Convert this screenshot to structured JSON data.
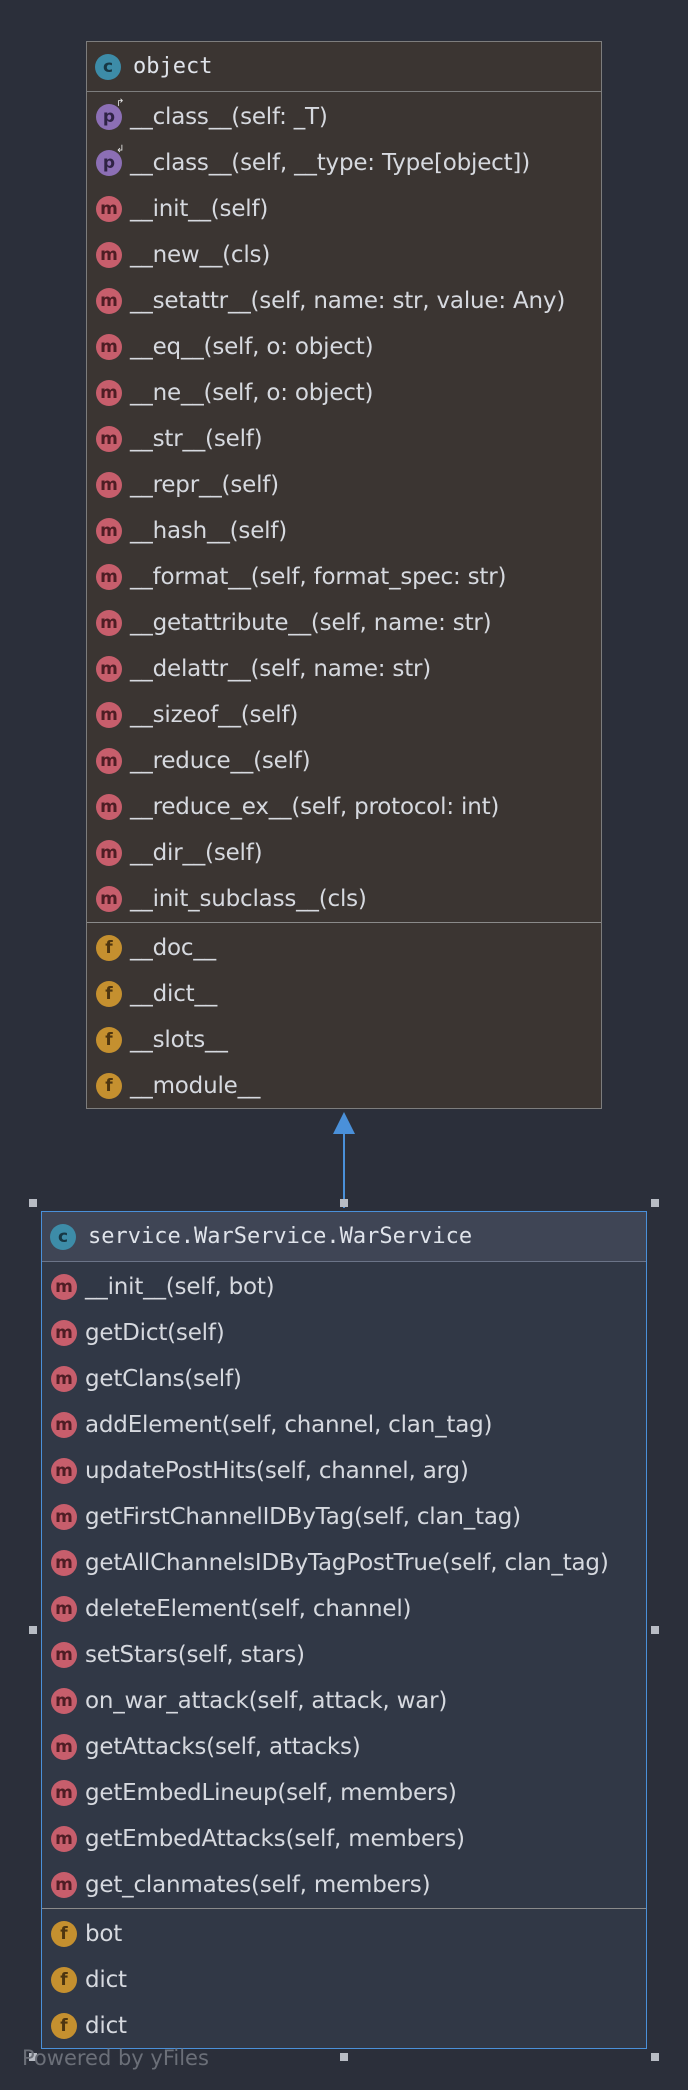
{
  "object_class": {
    "name": "object",
    "icon": "c",
    "methods": [
      {
        "icon": "p",
        "label": "__class__(self: _T)",
        "accessor": "get"
      },
      {
        "icon": "p",
        "label": "__class__(self, __type: Type[object])",
        "accessor": "set"
      },
      {
        "icon": "m",
        "label": "__init__(self)"
      },
      {
        "icon": "m",
        "label": "__new__(cls)"
      },
      {
        "icon": "m",
        "label": "__setattr__(self, name: str, value: Any)"
      },
      {
        "icon": "m",
        "label": "__eq__(self, o: object)"
      },
      {
        "icon": "m",
        "label": "__ne__(self, o: object)"
      },
      {
        "icon": "m",
        "label": "__str__(self)"
      },
      {
        "icon": "m",
        "label": "__repr__(self)"
      },
      {
        "icon": "m",
        "label": "__hash__(self)"
      },
      {
        "icon": "m",
        "label": "__format__(self, format_spec: str)"
      },
      {
        "icon": "m",
        "label": "__getattribute__(self, name: str)"
      },
      {
        "icon": "m",
        "label": "__delattr__(self, name: str)"
      },
      {
        "icon": "m",
        "label": "__sizeof__(self)"
      },
      {
        "icon": "m",
        "label": "__reduce__(self)"
      },
      {
        "icon": "m",
        "label": "__reduce_ex__(self, protocol: int)"
      },
      {
        "icon": "m",
        "label": "__dir__(self)"
      },
      {
        "icon": "m",
        "label": "__init_subclass__(cls)"
      }
    ],
    "fields": [
      {
        "icon": "f",
        "label": "__doc__"
      },
      {
        "icon": "f",
        "label": "__dict__"
      },
      {
        "icon": "f",
        "label": "__slots__"
      },
      {
        "icon": "f",
        "label": "__module__"
      }
    ]
  },
  "service_class": {
    "name": "service.WarService.WarService",
    "icon": "c",
    "methods": [
      {
        "icon": "m",
        "label": "__init__(self, bot)"
      },
      {
        "icon": "m",
        "label": "getDict(self)"
      },
      {
        "icon": "m",
        "label": "getClans(self)"
      },
      {
        "icon": "m",
        "label": "addElement(self, channel, clan_tag)"
      },
      {
        "icon": "m",
        "label": "updatePostHits(self, channel, arg)"
      },
      {
        "icon": "m",
        "label": "getFirstChannelIDByTag(self, clan_tag)"
      },
      {
        "icon": "m",
        "label": "getAllChannelsIDByTagPostTrue(self, clan_tag)"
      },
      {
        "icon": "m",
        "label": "deleteElement(self, channel)"
      },
      {
        "icon": "m",
        "label": "setStars(self, stars)"
      },
      {
        "icon": "m",
        "label": "on_war_attack(self, attack, war)"
      },
      {
        "icon": "m",
        "label": "getAttacks(self, attacks)"
      },
      {
        "icon": "m",
        "label": "getEmbedLineup(self, members)"
      },
      {
        "icon": "m",
        "label": "getEmbedAttacks(self, members)"
      },
      {
        "icon": "m",
        "label": "get_clanmates(self, members)"
      }
    ],
    "fields": [
      {
        "icon": "f",
        "label": "bot"
      },
      {
        "icon": "f",
        "label": "dict"
      },
      {
        "icon": "f",
        "label": "dict"
      }
    ]
  },
  "relation": {
    "type": "inheritance",
    "from": "service.WarService.WarService",
    "to": "object"
  },
  "footer": "Powered by yFiles",
  "colors": {
    "background": "#2b2f3a",
    "object_fill": "#3b3532",
    "service_fill": "#313846",
    "selection": "#4a90d9",
    "class_icon": "#3d8ca8",
    "method_icon": "#c75e6c",
    "property_icon": "#8c6fb5",
    "field_icon": "#c5902f"
  }
}
